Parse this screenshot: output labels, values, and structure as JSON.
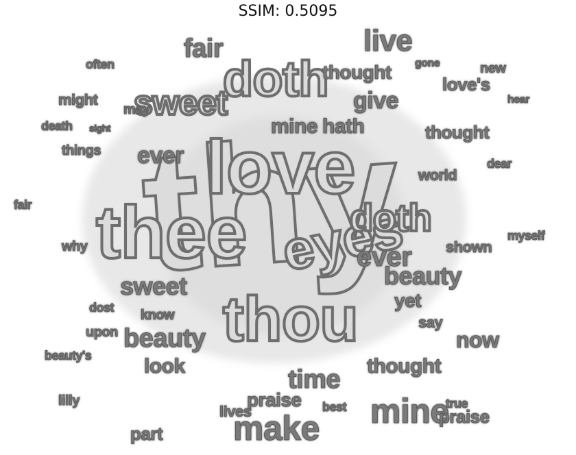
{
  "header": {
    "title": "SSIM: 0.5095"
  },
  "words": [
    {
      "text": "thy",
      "cls": "big"
    },
    {
      "text": "love",
      "cls": "big"
    },
    {
      "text": "thee",
      "cls": "big"
    },
    {
      "text": "thou",
      "cls": "big"
    },
    {
      "text": "eyes",
      "cls": "big"
    },
    {
      "text": "doth",
      "cls": "big"
    },
    {
      "text": "sweet",
      "cls": "big"
    },
    {
      "text": "doth",
      "cls": "big"
    },
    {
      "text": "beauty",
      "cls": "big"
    },
    {
      "text": "make",
      "cls": "mid"
    },
    {
      "text": "mine",
      "cls": "mid"
    },
    {
      "text": "live",
      "cls": "mid"
    },
    {
      "text": "fair",
      "cls": "mid"
    },
    {
      "text": "ever",
      "cls": "mid"
    },
    {
      "text": "beauty",
      "cls": "mid"
    },
    {
      "text": "sweet",
      "cls": "mid"
    },
    {
      "text": "time",
      "cls": "mid"
    },
    {
      "text": "give",
      "cls": "mid"
    },
    {
      "text": "thought",
      "cls": "mid"
    },
    {
      "text": "mine",
      "cls": "mid"
    },
    {
      "text": "hath",
      "cls": "mid"
    },
    {
      "text": "look",
      "cls": "mid"
    },
    {
      "text": "praise",
      "cls": "mid"
    },
    {
      "text": "thought",
      "cls": "mid"
    },
    {
      "text": "love's",
      "cls": "mid"
    },
    {
      "text": "thought",
      "cls": "mid"
    },
    {
      "text": "now",
      "cls": "mid"
    },
    {
      "text": "yet",
      "cls": "mid"
    },
    {
      "text": "say",
      "cls": "mid"
    },
    {
      "text": "part",
      "cls": "mid"
    },
    {
      "text": "might",
      "cls": "mid"
    },
    {
      "text": "shown",
      "cls": "mid"
    },
    {
      "text": "new",
      "cls": "mid"
    },
    {
      "text": "things",
      "cls": "mid"
    },
    {
      "text": "death",
      "cls": "mid"
    },
    {
      "text": "beauty's",
      "cls": "mid"
    },
    {
      "text": "lilly",
      "cls": "mid"
    },
    {
      "text": "upon",
      "cls": "mid"
    },
    {
      "text": "know",
      "cls": "mid"
    },
    {
      "text": "why",
      "cls": "mid"
    },
    {
      "text": "dear",
      "cls": "mid"
    },
    {
      "text": "true",
      "cls": "mid"
    },
    {
      "text": "dost",
      "cls": "mid"
    },
    {
      "text": "myself",
      "cls": "mid"
    },
    {
      "text": "hear",
      "cls": "mid"
    },
    {
      "text": "gone",
      "cls": "mid"
    },
    {
      "text": "praise",
      "cls": "mid"
    },
    {
      "text": "best",
      "cls": "mid"
    },
    {
      "text": "lives",
      "cls": "mid"
    },
    {
      "text": "may",
      "cls": "mid"
    },
    {
      "text": "sight",
      "cls": "mid"
    },
    {
      "text": "often",
      "cls": "mid"
    },
    {
      "text": "fair",
      "cls": "mid"
    },
    {
      "text": "world",
      "cls": "mid"
    },
    {
      "text": "ever",
      "cls": "mid"
    }
  ]
}
